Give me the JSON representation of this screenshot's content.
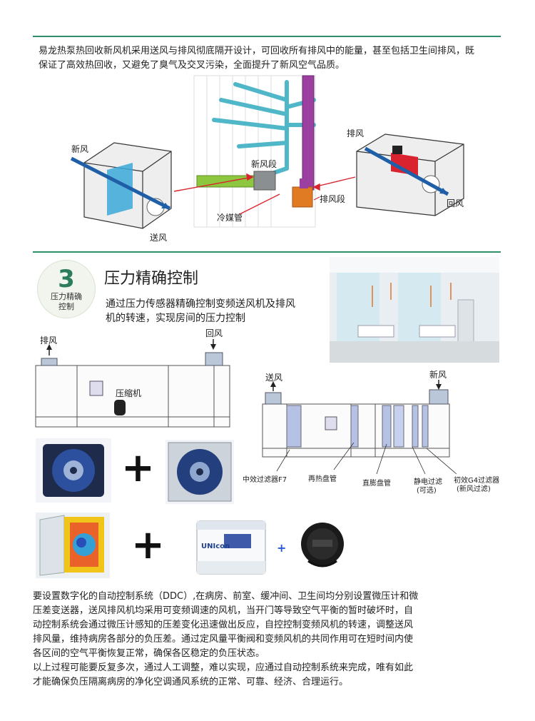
{
  "intro": {
    "line1": "易龙热泵热回收新风机采用送风与排风彻底隔开设计，可回收所有排风中的能量，甚至包括卫生间排风，既",
    "line2": "保证了高效热回收，又避免了臭气及交叉污染，全面提升了新风空气品质。"
  },
  "diagram1": {
    "fresh_air": "新风",
    "supply_air": "送风",
    "fresh_section": "新风段",
    "refrigerant_pipe": "冷媒管",
    "exhaust": "排风",
    "exhaust_section": "排风段",
    "return_air": "回风"
  },
  "section3": {
    "number": "3",
    "badge_line1": "压力精确",
    "badge_line2": "控制",
    "title": "压力精确控制",
    "desc_line1": "通过压力传感器精确控制变频送风机及排风",
    "desc_line2": "机的转速，实现房间的压力控制"
  },
  "unit_left": {
    "exhaust": "排风",
    "return_air": "回风",
    "compressor": "压缩机"
  },
  "unit_right": {
    "supply_air": "送风",
    "fresh_air": "新风",
    "f7_filter": "中效过滤器F7",
    "reheat_coil": "再热盘管",
    "dx_coil": "直膨盘管",
    "esp_filter": "静电过滤",
    "esp_optional": "(可选)",
    "g4_filter": "初效G4过滤器",
    "g4_note": "(新风过滤)"
  },
  "products": {
    "plus": "+",
    "plus_small": "+",
    "controller_brand": "UNIcon"
  },
  "body": {
    "p1_l1": "要设置数字化的自动控制系统（DDC）,在病房、前室、缓冲间、卫生间均分别设置微压计和微",
    "p1_l2": "压差变送器，送风排风机均采用可变频调速的风机，当开门等导致空气平衡的暂时破坏时，自",
    "p1_l3": "动控制系统会通过微压计感知的压差变化迅速做出反应，自控控制变频风机的转速，调整送风",
    "p1_l4": "排风量，维持病房各部分的负压差。通过定风量平衡阀和变频风机的共同作用可在短时间内使",
    "p1_l5": "各区间的空气平衡恢复正常，确保各区稳定的负压状态。",
    "p2_l1": "以上过程可能要反复多次，通过人工调整，难以实现，应通过自动控制系统来完成，唯有如此",
    "p2_l2": "才能确保负压隔离病房的净化空调通风系统的正常、可靠、经济、合理运行。"
  }
}
